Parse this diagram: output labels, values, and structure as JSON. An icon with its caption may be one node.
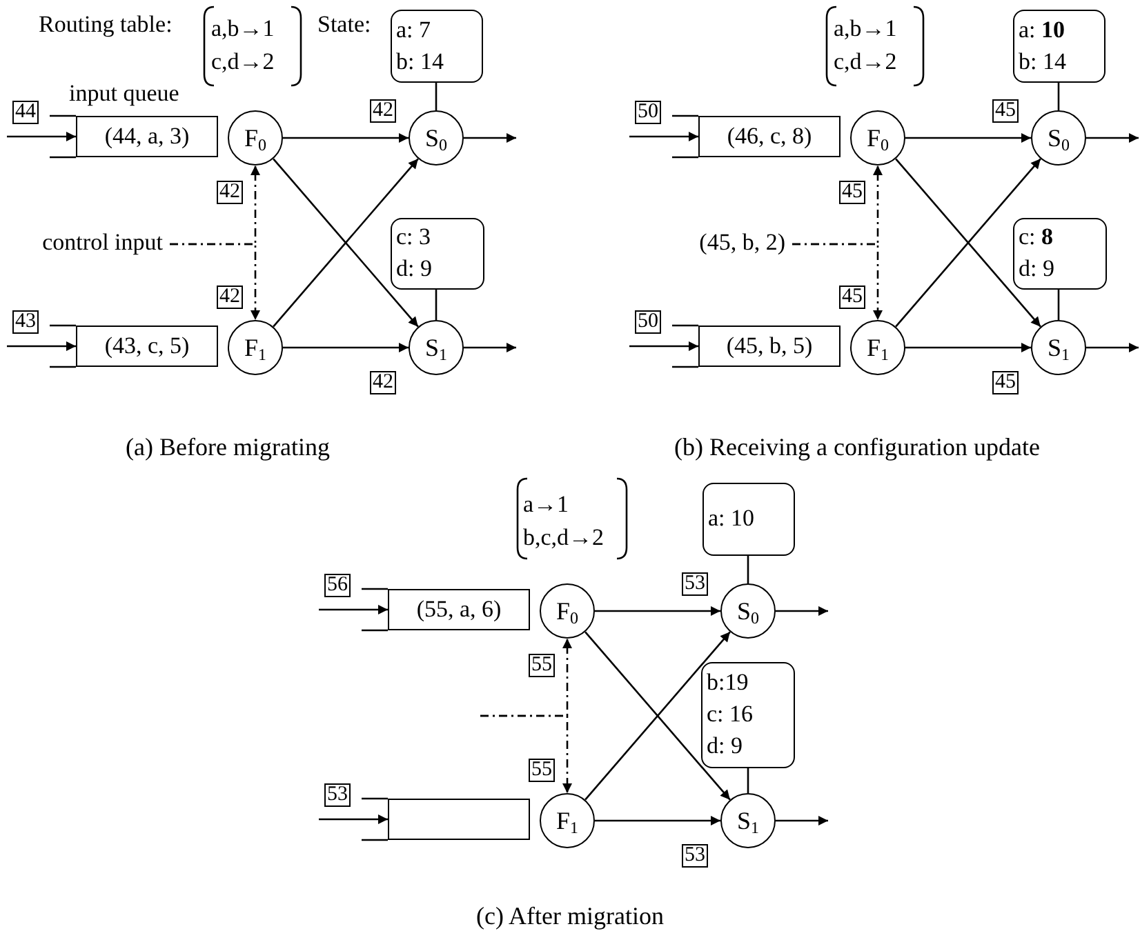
{
  "diagram": {
    "nodes": [
      {
        "text": [
          "a: 7",
          "b: 14"
        ]
      },
      {
        "text": [
          "(44, a, 3)"
        ]
      },
      {
        "text": [
          "F$_{0}$"
        ]
      },
      {
        "text": [
          "S$_{0}$"
        ]
      },
      {
        "text": [
          "control input"
        ]
      },
      {
        "text": [
          "c: 3",
          "d: 9"
        ]
      },
      {
        "text": [
          "(43, c, 5)"
        ]
      },
      {
        "text": [
          "F$_{1}$"
        ]
      },
      {
        "text": [
          "S$_{1}$"
        ]
      },
      {
        "text": [
          "a: **10**",
          "b: 14"
        ]
      },
      {
        "text": [
          "(46, c, 8)"
        ]
      },
      {
        "text": [
          "F$_{0}$"
        ]
      },
      {
        "text": [
          "S$_{0}$"
        ]
      },
      {
        "text": [
          "(45, b, 2)"
        ]
      },
      {
        "text": [
          "c: **8**",
          "d: 9"
        ]
      },
      {
        "text": [
          "(45, b, 5)"
        ]
      },
      {
        "text": [
          "F$_{1}$"
        ]
      },
      {
        "text": [
          "S$_{1}$"
        ]
      },
      {
        "text": [
          "a: 10"
        ]
      },
      {
        "text": [
          "(55, a, 6)"
        ]
      },
      {
        "text": [
          "F$_{0}$"
        ]
      },
      {
        "text": [
          "S$_{0}$"
        ]
      },
      {
        "text": [
          "b:19",
          "c: 16",
          "d: 9"
        ]
      },
      {
        "text": [],
        "shape": "box"
      },
      {
        "text": [
          "F$_{1}$"
        ]
      },
      {
        "text": [
          "S$_{1}$"
        ]
      }
    ],
    "edges": [
      {
        "from": null,
        "to": 1,
        "arrow": "to"
      },
      {
        "from": 2,
        "to": 3,
        "arrow": "to"
      },
      {
        "from": 2,
        "to": 8,
        "arrow": "to"
      },
      {
        "from": 7,
        "to": 3,
        "arrow": "to"
      },
      {
        "from": 7,
        "to": 8,
        "arrow": "to"
      },
      {
        "from": 3,
        "to": null,
        "arrow": "to"
      },
      {
        "from": 8,
        "to": null,
        "arrow": "to"
      },
      {
        "from": null,
        "to": 6,
        "arrow": "to"
      },
      {
        "from": 0,
        "to": 3,
        "arrow": "none"
      },
      {
        "from": 5,
        "to": 8,
        "arrow": "none"
      },
      {
        "from": 4,
        "to": 2,
        "arrow": "to",
        "style": "dashed"
      },
      {
        "from": 4,
        "to": 7,
        "arrow": "to",
        "style": "dashed"
      },
      {
        "from": null,
        "to": 10,
        "arrow": "to"
      },
      {
        "from": 11,
        "to": 12,
        "arrow": "to"
      },
      {
        "from": 11,
        "to": 17,
        "arrow": "to"
      },
      {
        "from": 16,
        "to": 12,
        "arrow": "to"
      },
      {
        "from": 16,
        "to": 17,
        "arrow": "to"
      },
      {
        "from": 12,
        "to": null,
        "arrow": "to"
      },
      {
        "from": 17,
        "to": null,
        "arrow": "to"
      },
      {
        "from": null,
        "to": 15,
        "arrow": "to"
      },
      {
        "from": 9,
        "to": 12,
        "arrow": "none"
      },
      {
        "from": 14,
        "to": 17,
        "arrow": "none"
      },
      {
        "from": 13,
        "to": 11,
        "arrow": "to",
        "style": "dashed"
      },
      {
        "from": 13,
        "to": 16,
        "arrow": "to",
        "style": "dashed"
      },
      {
        "from": null,
        "to": 19,
        "arrow": "to"
      },
      {
        "from": 20,
        "to": 21,
        "arrow": "to"
      },
      {
        "from": 20,
        "to": 25,
        "arrow": "to"
      },
      {
        "from": 24,
        "to": 21,
        "arrow": "to"
      },
      {
        "from": 24,
        "to": 25,
        "arrow": "to"
      },
      {
        "from": 21,
        "to": null,
        "arrow": "to"
      },
      {
        "from": 25,
        "to": null,
        "arrow": "to"
      },
      {
        "from": null,
        "to": 23,
        "arrow": "to"
      },
      {
        "from": 18,
        "to": 21,
        "arrow": "none"
      },
      {
        "from": 22,
        "to": 25,
        "arrow": "none"
      },
      {
        "from": null,
        "to": 20,
        "arrow": "to",
        "style": "dashed"
      },
      {
        "from": null,
        "to": 24,
        "arrow": "to",
        "style": "dashed"
      }
    ],
    "labels": [
      "Routing table:",
      "a,b→1",
      "c,d→2",
      "State:",
      "input queue",
      "44",
      "42",
      "42",
      "42",
      "43",
      "42",
      "(a) Before migrating",
      "a,b→1",
      "c,d→2",
      "50",
      "45",
      "45",
      "45",
      "50",
      "45",
      "(b) Receiving a configuration update",
      "a→1",
      "b,c,d→2",
      "56",
      "53",
      "55",
      "55",
      "53",
      "53",
      "(c) After migration"
    ]
  }
}
